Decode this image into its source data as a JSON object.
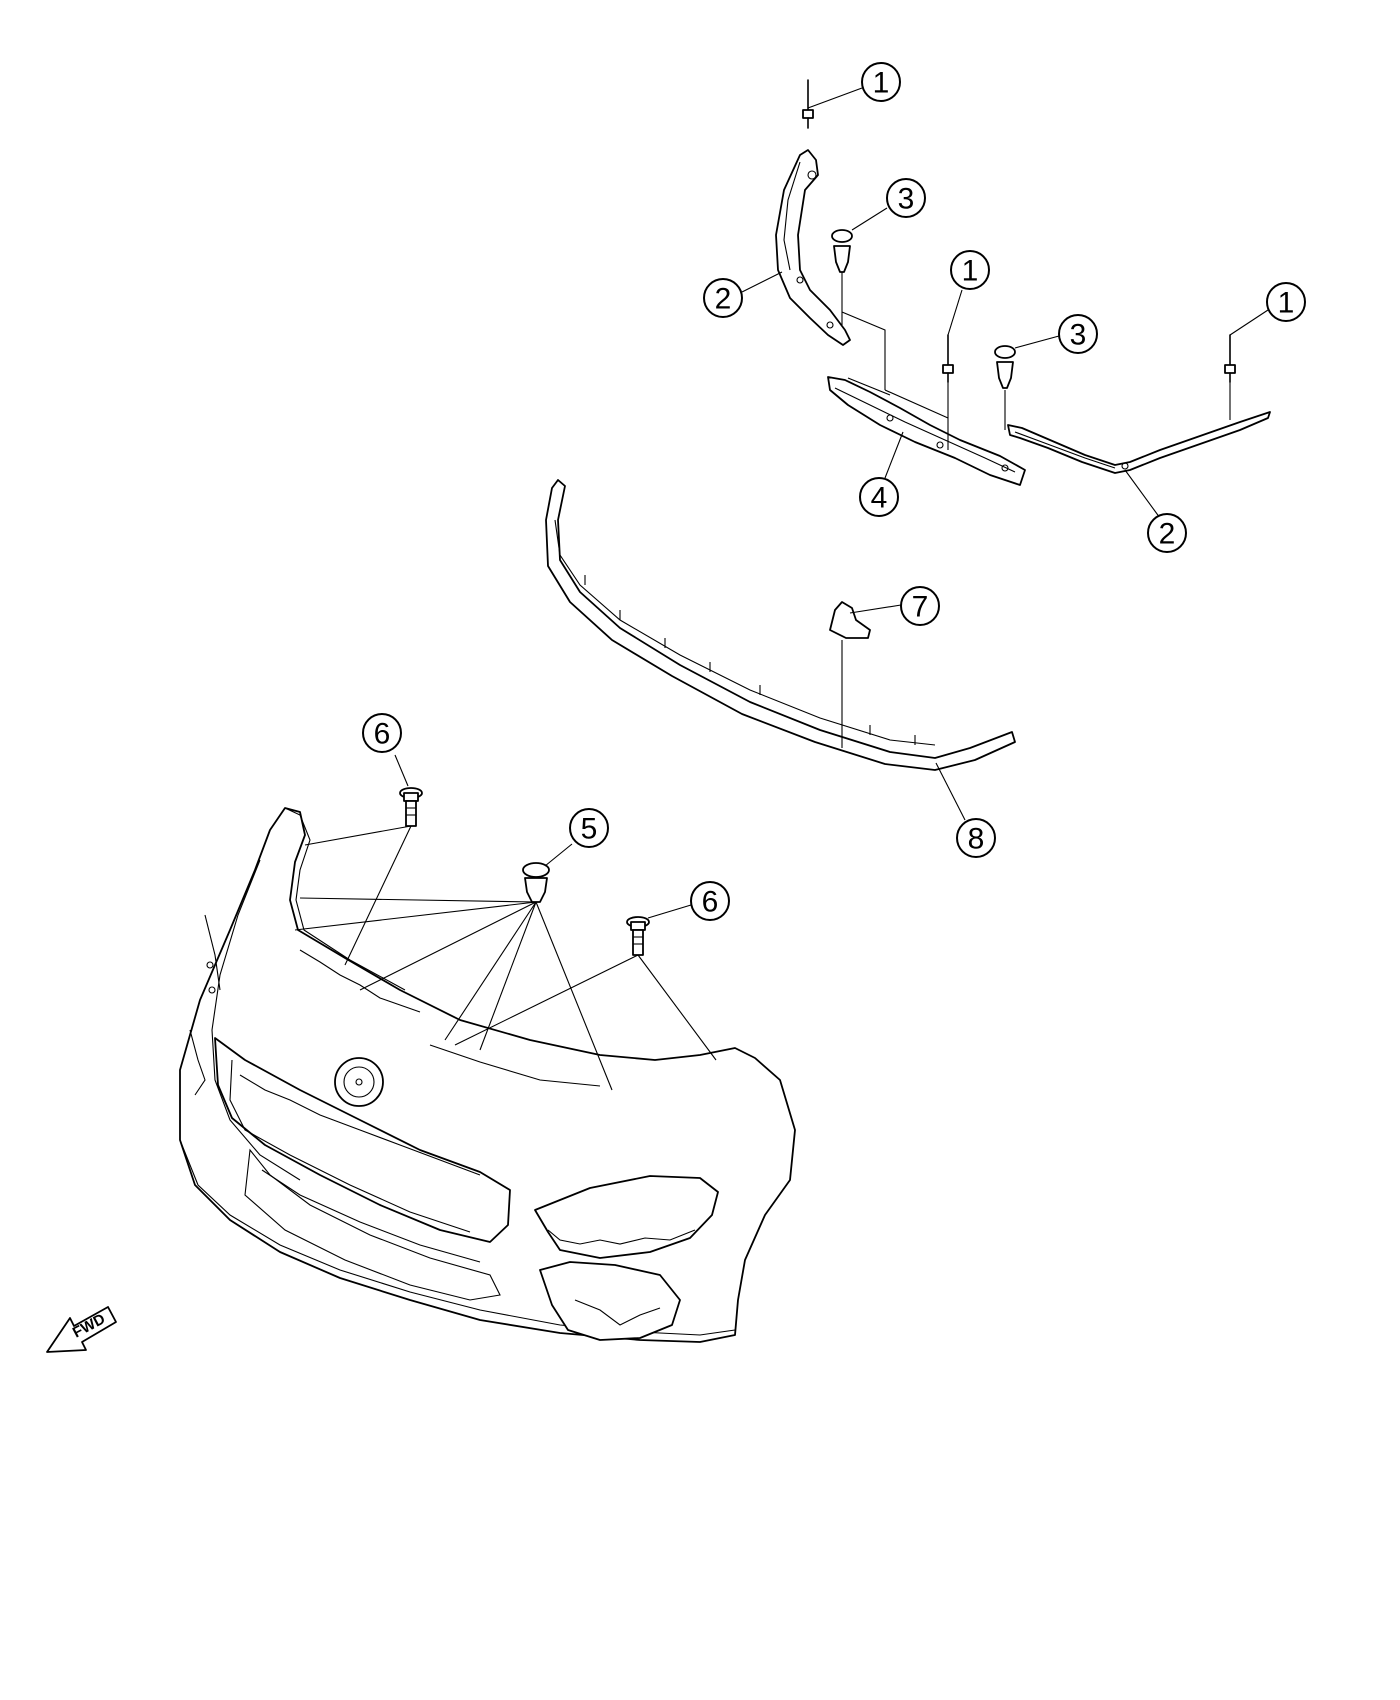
{
  "callouts": {
    "c1a": "1",
    "c1b": "1",
    "c1c": "1",
    "c2a": "2",
    "c2b": "2",
    "c3a": "3",
    "c3b": "3",
    "c4": "4",
    "c5": "5",
    "c6a": "6",
    "c6b": "6",
    "c7": "7",
    "c8": "8"
  },
  "direction_arrow": {
    "label": "FWD",
    "icon": "forward-arrow-icon"
  }
}
